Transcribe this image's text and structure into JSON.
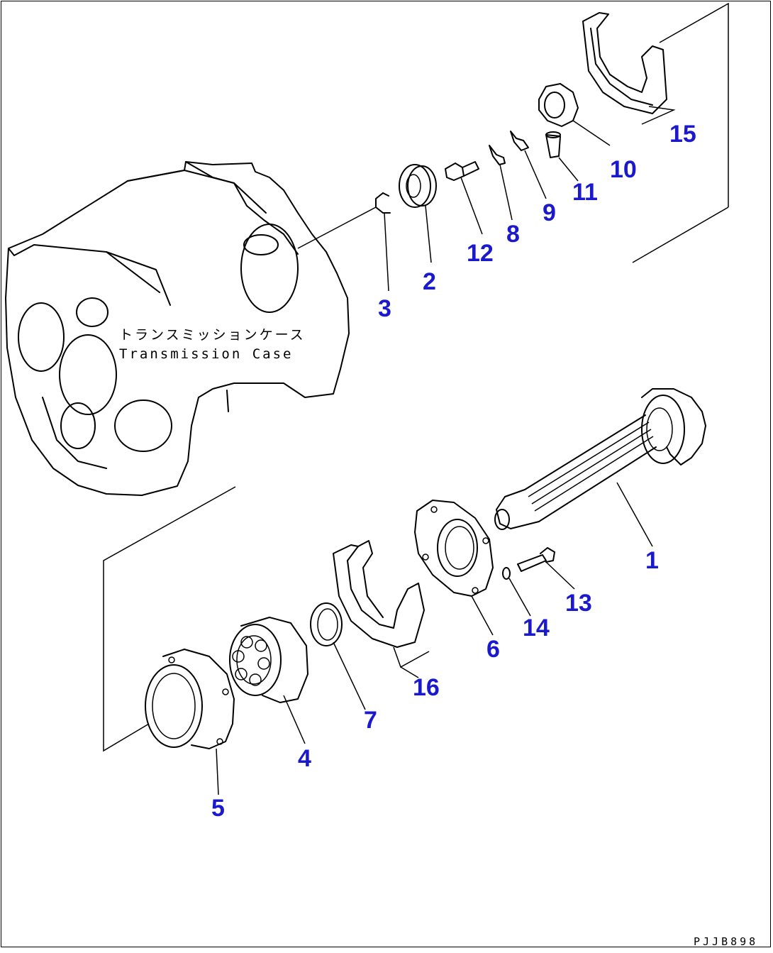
{
  "diagram": {
    "case_label_jp": "トランスミッションケース",
    "case_label_en": "Transmission Case",
    "drawing_code": "PJJB898",
    "callout_color": "#1a1acc",
    "callouts": {
      "c1": "1",
      "c2": "2",
      "c3": "3",
      "c4": "4",
      "c5": "5",
      "c6": "6",
      "c7": "7",
      "c8": "8",
      "c9": "9",
      "c10": "10",
      "c11": "11",
      "c12": "12",
      "c13": "13",
      "c14": "14",
      "c15": "15",
      "c16": "16"
    }
  }
}
